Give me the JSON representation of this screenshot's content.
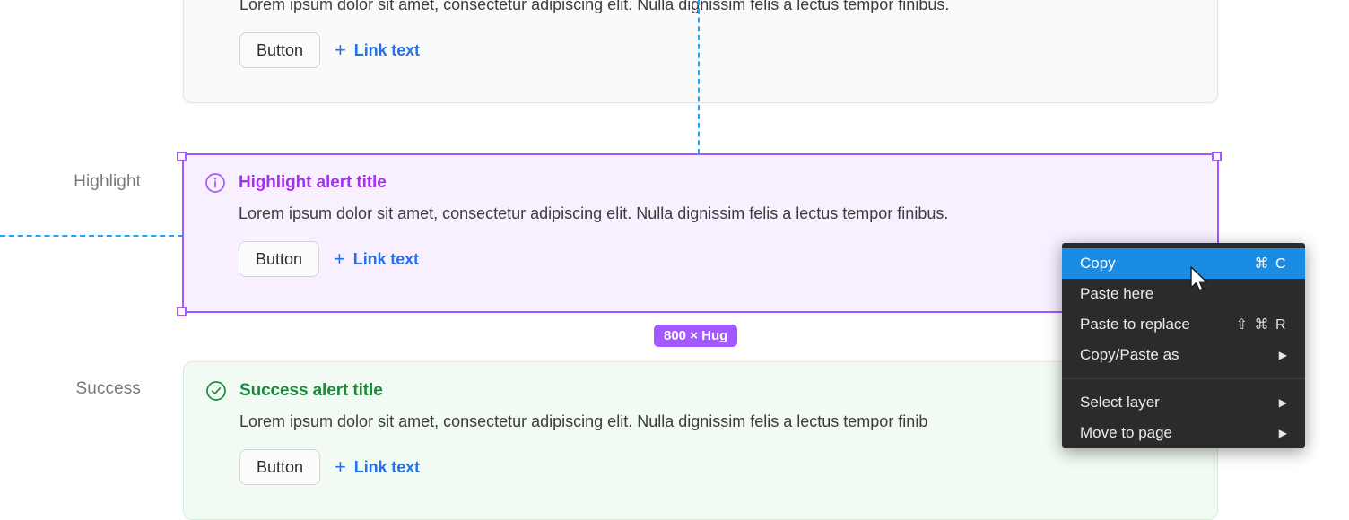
{
  "canvas": {
    "rows": [
      {
        "label": "Highlight"
      },
      {
        "label": "Success"
      }
    ],
    "guides": {
      "vertical_color": "#22a2f2",
      "horizontal_color": "#22a2f2"
    },
    "selection": {
      "color": "#a259ff",
      "size_badge": "800 × Hug"
    }
  },
  "alerts": [
    {
      "variant": "neutral",
      "title": "",
      "body": "Lorem ipsum dolor sit amet, consectetur adipiscing elit. Nulla dignissim felis a lectus tempor finibus.",
      "button_label": "Button",
      "link_label": "Link text",
      "plus": "+"
    },
    {
      "variant": "highlight",
      "icon": "info-circle-icon",
      "title": "Highlight alert title",
      "title_color": "#a530f0",
      "body": "Lorem ipsum dolor sit amet, consectetur adipiscing elit. Nulla dignissim felis a lectus tempor finibus.",
      "button_label": "Button",
      "link_label": "Link text",
      "plus": "+"
    },
    {
      "variant": "success",
      "icon": "check-circle-icon",
      "title": "Success alert title",
      "title_color": "#1b8a3c",
      "body": "Lorem ipsum dolor sit amet, consectetur adipiscing elit. Nulla dignissim felis a lectus tempor finib",
      "button_label": "Button",
      "link_label": "Link text",
      "plus": "+"
    }
  ],
  "context_menu": {
    "items": [
      {
        "label": "Copy",
        "shortcut": "⌘ C",
        "selected": true,
        "submenu": false
      },
      {
        "label": "Paste here",
        "shortcut": "",
        "selected": false,
        "submenu": false
      },
      {
        "label": "Paste to replace",
        "shortcut": "⇧ ⌘ R",
        "selected": false,
        "submenu": false
      },
      {
        "label": "Copy/Paste as",
        "shortcut": "",
        "selected": false,
        "submenu": true
      },
      {
        "label": "Select layer",
        "shortcut": "",
        "selected": false,
        "submenu": true
      },
      {
        "label": "Move to page",
        "shortcut": "",
        "selected": false,
        "submenu": true
      }
    ],
    "separator_after_index": 3,
    "arrow_glyph": "▶",
    "highlight_color": "#1b8ce3",
    "background_color": "#2b2b2b"
  }
}
